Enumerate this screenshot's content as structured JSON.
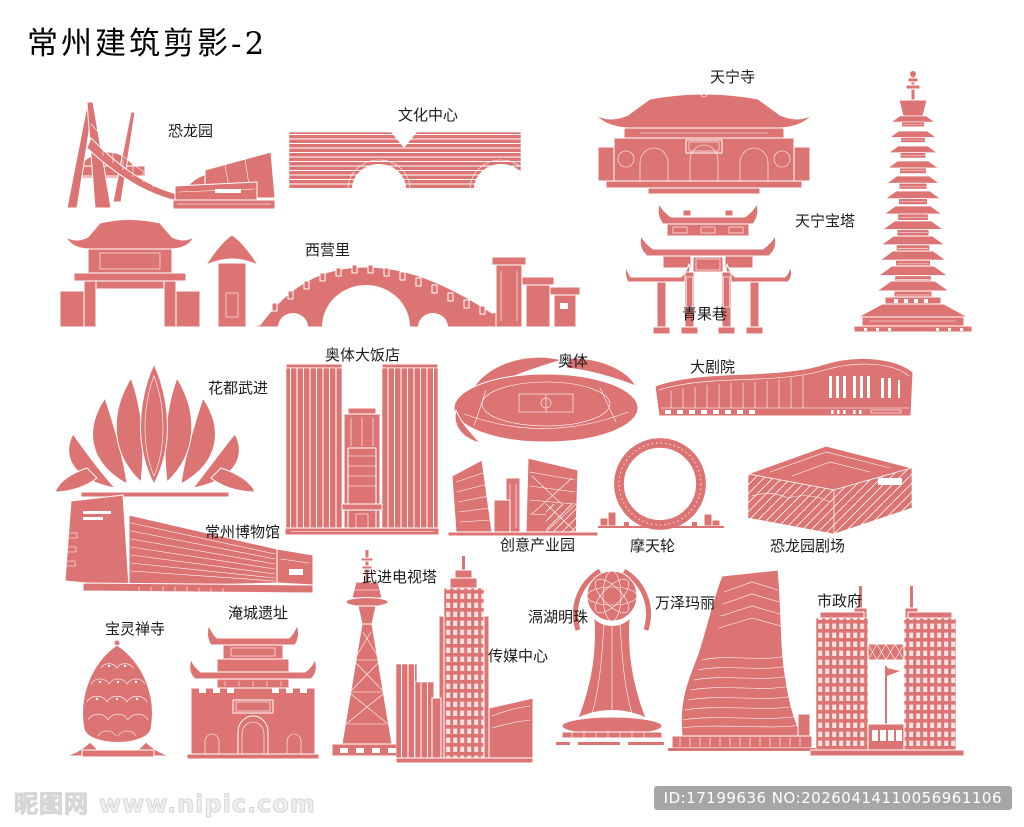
{
  "title": "常州建筑剪影-2",
  "colors": {
    "building_fill": "#DC7474",
    "line_work": "#FFFFFF",
    "label_text": "#1B1B1B",
    "background": "#FFFFFF",
    "watermark_text": "#EFEFEF",
    "id_badge_bg": "#A6A6A6",
    "id_badge_text": "#FFFFFF"
  },
  "buildings": [
    {
      "id": "dinosaur-park",
      "label": "恐龙园"
    },
    {
      "id": "culture-center",
      "label": "文化中心"
    },
    {
      "id": "tianning-temple",
      "label": "天宁寺"
    },
    {
      "id": "tianning-pagoda",
      "label": "天宁宝塔"
    },
    {
      "id": "xiyingli",
      "label": "西营里"
    },
    {
      "id": "qingguo-lane",
      "label": "青果巷"
    },
    {
      "id": "huadu-wujin",
      "label": "花都武进"
    },
    {
      "id": "aoti-hotel",
      "label": "奥体大饭店"
    },
    {
      "id": "aoti-stadium",
      "label": "奥体"
    },
    {
      "id": "grand-theatre",
      "label": "大剧院"
    },
    {
      "id": "changzhou-museum",
      "label": "常州博物馆"
    },
    {
      "id": "creative-park",
      "label": "创意产业园"
    },
    {
      "id": "ferris-wheel",
      "label": "摩天轮"
    },
    {
      "id": "dino-park-theatre",
      "label": "恐龙园剧场"
    },
    {
      "id": "baoling-temple",
      "label": "宝灵禅寺"
    },
    {
      "id": "yancheng-ruins",
      "label": "淹城遗址"
    },
    {
      "id": "wujin-tv-tower",
      "label": "武进电视塔"
    },
    {
      "id": "media-center",
      "label": "传媒中心"
    },
    {
      "id": "gehu-pearl",
      "label": "滆湖明珠"
    },
    {
      "id": "wanze-mali",
      "label": "万泽玛丽"
    },
    {
      "id": "city-government",
      "label": "市政府"
    }
  ],
  "footer": {
    "site_name": "昵图网",
    "site_url": "www.nipic.com",
    "id_text": "ID:17199636 NO:20260414110056961106"
  }
}
